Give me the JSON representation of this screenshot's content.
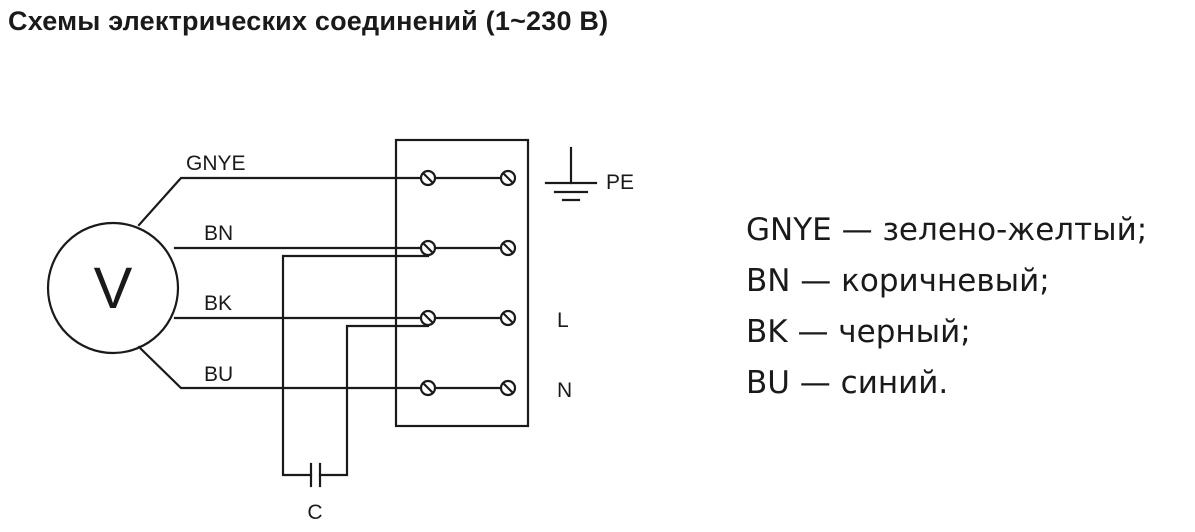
{
  "title": "Схемы электрических соединений (1~230 В)",
  "diagram": {
    "motor_label": "V",
    "wires": [
      "GNYE",
      "BN",
      "BK",
      "BU"
    ],
    "terminals": [
      "PE",
      "L",
      "N"
    ],
    "capacitor_label": "C"
  },
  "legend": [
    "GNYE — зелено-желтый;",
    "BN — коричневый;",
    "BK — черный;",
    "BU — синий."
  ]
}
